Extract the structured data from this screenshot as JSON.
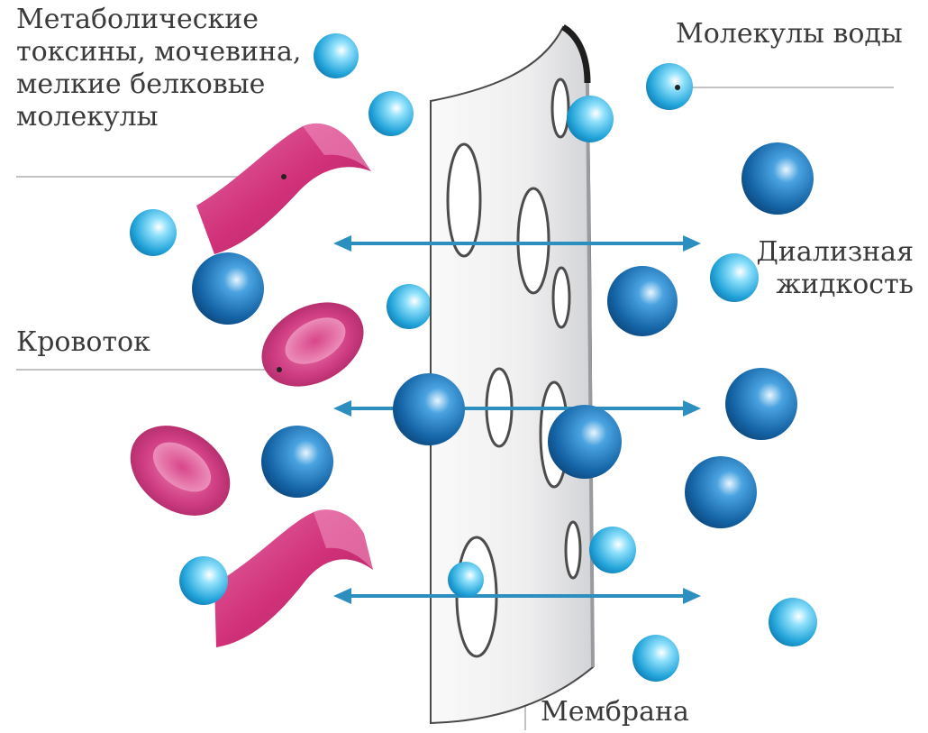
{
  "labels": {
    "metabolic": [
      "Метаболические",
      "токсины, мочевина,",
      "мелкие белковые",
      "молекулы"
    ],
    "water": "Молекулы воды",
    "dialysate": [
      "Диализная",
      "жидкость"
    ],
    "bloodstream": "Кровоток",
    "membrane": "Мембрана"
  },
  "colors": {
    "small_molecule": "#2ea6d8",
    "large_molecule": "#14578f",
    "protein_ribbon": "#d2337c",
    "blood_cell": "#cf3d80",
    "membrane": "#f0f1f3",
    "arrow": "#2d8fc0",
    "leader_line": "#b8b8b8"
  }
}
